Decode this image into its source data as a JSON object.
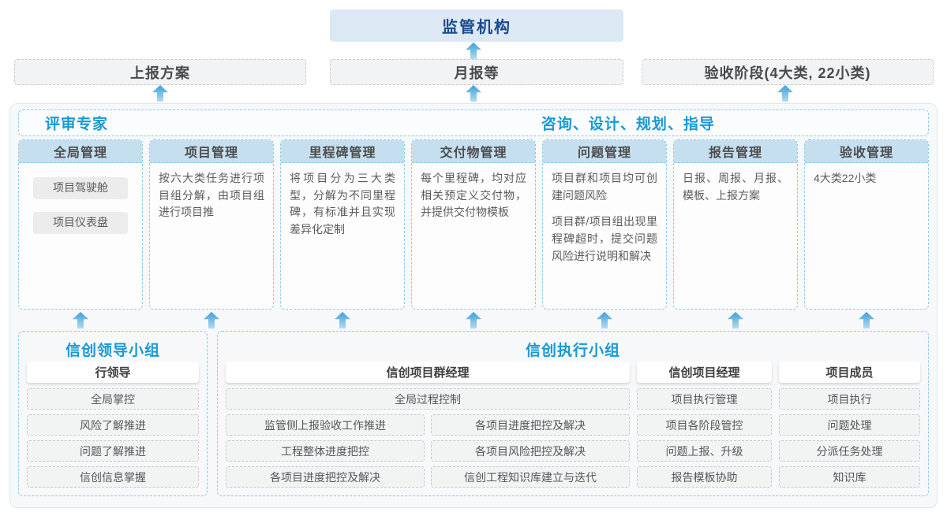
{
  "colors": {
    "accent_blue": "#1899d6",
    "navy": "#1b4a8e",
    "regulator_bg": "#dce9f5",
    "column_header_bg": "#c5dfee",
    "dashed_blue_border": "#8fc9e9",
    "panel_bg": "#f7f8f9",
    "arrow_gradient_top": "#3e9fd9",
    "arrow_gradient_bottom": "#b3dbf1"
  },
  "top": {
    "regulator": "监管机构"
  },
  "row2": {
    "left": "上报方案",
    "middle": "月报等",
    "right": "验收阶段(4大类, 22小类)"
  },
  "expert_band": {
    "left_label": "评审专家",
    "right_label": "咨询、设计、规划、指导"
  },
  "columns": [
    {
      "header": "全局管理",
      "items": [
        "项目驾驶舱",
        "项目仪表盘"
      ]
    },
    {
      "header": "项目管理",
      "paragraphs": [
        "按六大类任务进行项目组分解，由项目组进行项目推"
      ]
    },
    {
      "header": "里程碑管理",
      "paragraphs": [
        "将项目分为三大类型，分解为不同里程碑，有标准并且实现差异化定制"
      ]
    },
    {
      "header": "交付物管理",
      "paragraphs": [
        "每个里程碑，均对应相关预定义交付物，并提供交付物模板"
      ]
    },
    {
      "header": "问题管理",
      "paragraphs": [
        "项目群和项目均可创建问题风险",
        "项目群/项目组出现里程碑超时，提交问题风险进行说明和解决"
      ]
    },
    {
      "header": "报告管理",
      "paragraphs": [
        "日报、周报、月报、模板、上报方案"
      ]
    },
    {
      "header": "验收管理",
      "paragraphs": [
        "4大类22小类"
      ]
    }
  ],
  "leader_group": {
    "title": "信创领导小组",
    "role": "行领导",
    "items": [
      "全局掌控",
      "风险了解推进",
      "问题了解推进",
      "信创信息掌握"
    ]
  },
  "exec_group": {
    "title": "信创执行小组",
    "program_manager": {
      "role": "信创项目群经理",
      "full_item": "全局过程控制",
      "grid_items": [
        "监管侧上报验收工作推进",
        "各项目进度把控及解决",
        "工程整体进度把控",
        "各项目风险把控及解决",
        "各项目进度把控及解决",
        "信创工程知识库建立与迭代"
      ]
    },
    "project_manager": {
      "role": "信创项目经理",
      "items": [
        "项目执行管理",
        "项目各阶段管控",
        "问题上报、升级",
        "报告模板协助"
      ]
    },
    "member": {
      "role": "项目成员",
      "items": [
        "项目执行",
        "问题处理",
        "分派任务处理",
        "知识库"
      ]
    }
  }
}
